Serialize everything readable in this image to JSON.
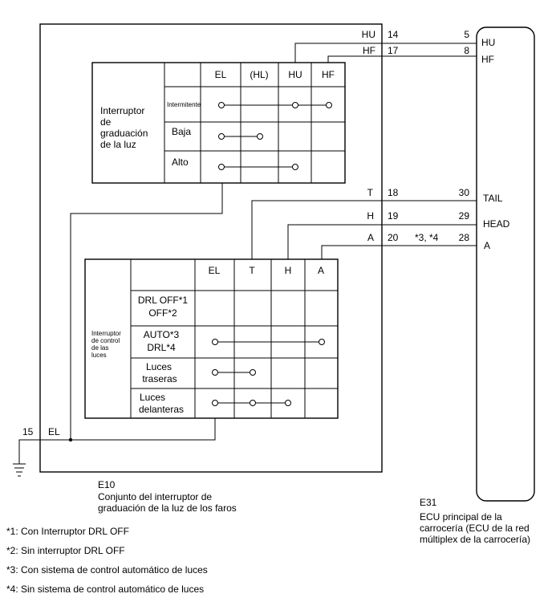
{
  "components": {
    "e10": {
      "code": "E10",
      "name_line1": "Conjunto del interruptor de",
      "name_line2": "graduación de la luz de los faros"
    },
    "e31": {
      "code": "E31",
      "name_line1": "ECU principal de la",
      "name_line2": "carrocería (ECU de la red",
      "name_line3": "múltiplex de la carrocería)"
    }
  },
  "dimmer_table": {
    "label_lines": [
      "Interruptor",
      "de",
      "graduación",
      "de la luz"
    ],
    "columns": [
      "EL",
      "(HL)",
      "HU",
      "HF"
    ],
    "rows": [
      "Intermitente",
      "Baja",
      "Alto"
    ]
  },
  "light_table": {
    "label_lines": [
      "Interruptor",
      "de control",
      "de las",
      "luces"
    ],
    "columns": [
      "EL",
      "T",
      "H",
      "A"
    ],
    "rows": [
      [
        "DRL OFF*1",
        "OFF*2"
      ],
      [
        "AUTO*3",
        "DRL*4"
      ],
      [
        "Luces",
        "traseras"
      ],
      [
        "Luces",
        "delanteras"
      ]
    ]
  },
  "wires": [
    {
      "signal": "HU",
      "e10_pin": "14",
      "e31_pin": "5",
      "e31_label": "HU"
    },
    {
      "signal": "HF",
      "e10_pin": "17",
      "e31_pin": "8",
      "e31_label": "HF"
    },
    {
      "signal": "T",
      "e10_pin": "18",
      "e31_pin": "30",
      "e31_label": "TAIL"
    },
    {
      "signal": "H",
      "e10_pin": "19",
      "e31_pin": "29",
      "e31_label": "HEAD"
    },
    {
      "signal": "A",
      "e10_pin": "20",
      "e31_pin": "28",
      "e31_label": "A",
      "note": "*3, *4"
    }
  ],
  "ground": {
    "pin": "15",
    "signal": "EL"
  },
  "footnotes": [
    "*1: Con Interruptor DRL OFF",
    "*2: Sin interruptor DRL OFF",
    "*3: Con sistema de control automático de luces",
    "*4: Sin sistema de control automático de luces"
  ]
}
